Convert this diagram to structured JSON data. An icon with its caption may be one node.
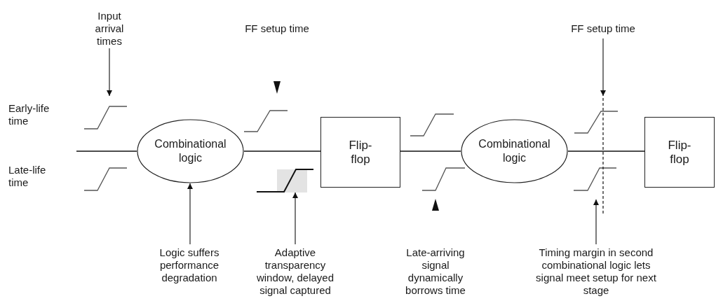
{
  "diagram": {
    "nodes": [
      {
        "text": [
          "Input arrival times"
        ]
      },
      {
        "text": [
          "FF setup time"
        ]
      },
      {
        "text": [
          "FF setup time"
        ]
      },
      {
        "text": [
          "Combinational logic"
        ]
      },
      {
        "text": [
          "Flip-flop"
        ]
      },
      {
        "text": [
          "Combinational logic"
        ]
      },
      {
        "text": [
          "Flip-flop"
        ]
      },
      {
        "text": [
          "Logic suffers performance degradation"
        ]
      },
      {
        "text": [
          "Adaptive transparency window, delayed signal captured"
        ]
      },
      {
        "text": [
          "Late-arriving signal dynamically borrows time"
        ]
      },
      {
        "text": [
          "Timing margin in second combinational logic lets signal meet setup for next stage"
        ]
      },
      {
        "text": [],
        "shape": "box"
      }
    ],
    "edges": [
      {
        "from": null,
        "to": 3,
        "arrow": "none"
      },
      {
        "from": 3,
        "to": 4,
        "arrow": "none"
      },
      {
        "from": 4,
        "to": 5,
        "arrow": "none"
      },
      {
        "from": 5,
        "to": 6,
        "arrow": "none"
      },
      {
        "from": 0,
        "to": null,
        "arrow": "to"
      },
      {
        "from": 2,
        "to": null,
        "arrow": "to"
      },
      {
        "from": 7,
        "to": 3,
        "arrow": "to"
      },
      {
        "from": 8,
        "to": 11,
        "arrow": "to"
      },
      {
        "from": 10,
        "to": null,
        "arrow": "to"
      }
    ],
    "labels": [
      "Early-life time",
      "Late-life time"
    ]
  }
}
